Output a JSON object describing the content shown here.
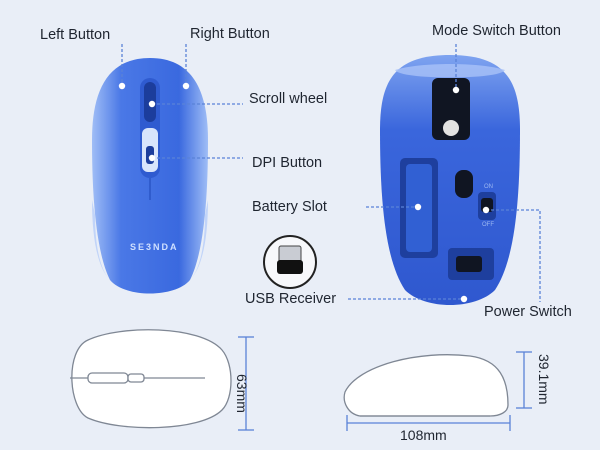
{
  "labels": {
    "left_button": "Left Button",
    "right_button": "Right Button",
    "mode_switch_button": "Mode Switch Button",
    "scroll_wheel": "Scroll wheel",
    "dpi_button": "DPI Button",
    "battery_slot": "Battery Slot",
    "usb_receiver": "USB Receiver",
    "power_switch": "Power Switch"
  },
  "dimensions": {
    "width": "63mm",
    "height": "39.1mm",
    "length": "108mm"
  },
  "branding": {
    "logo_text": "SE3NDA",
    "switch_on": "ON",
    "switch_off": "OFF"
  },
  "colors": {
    "background": "#e9eef7",
    "mouse_blue": "#3f6fe3",
    "mouse_light_blue": "#8fb1f3",
    "callout_line": "#5a82d8"
  }
}
